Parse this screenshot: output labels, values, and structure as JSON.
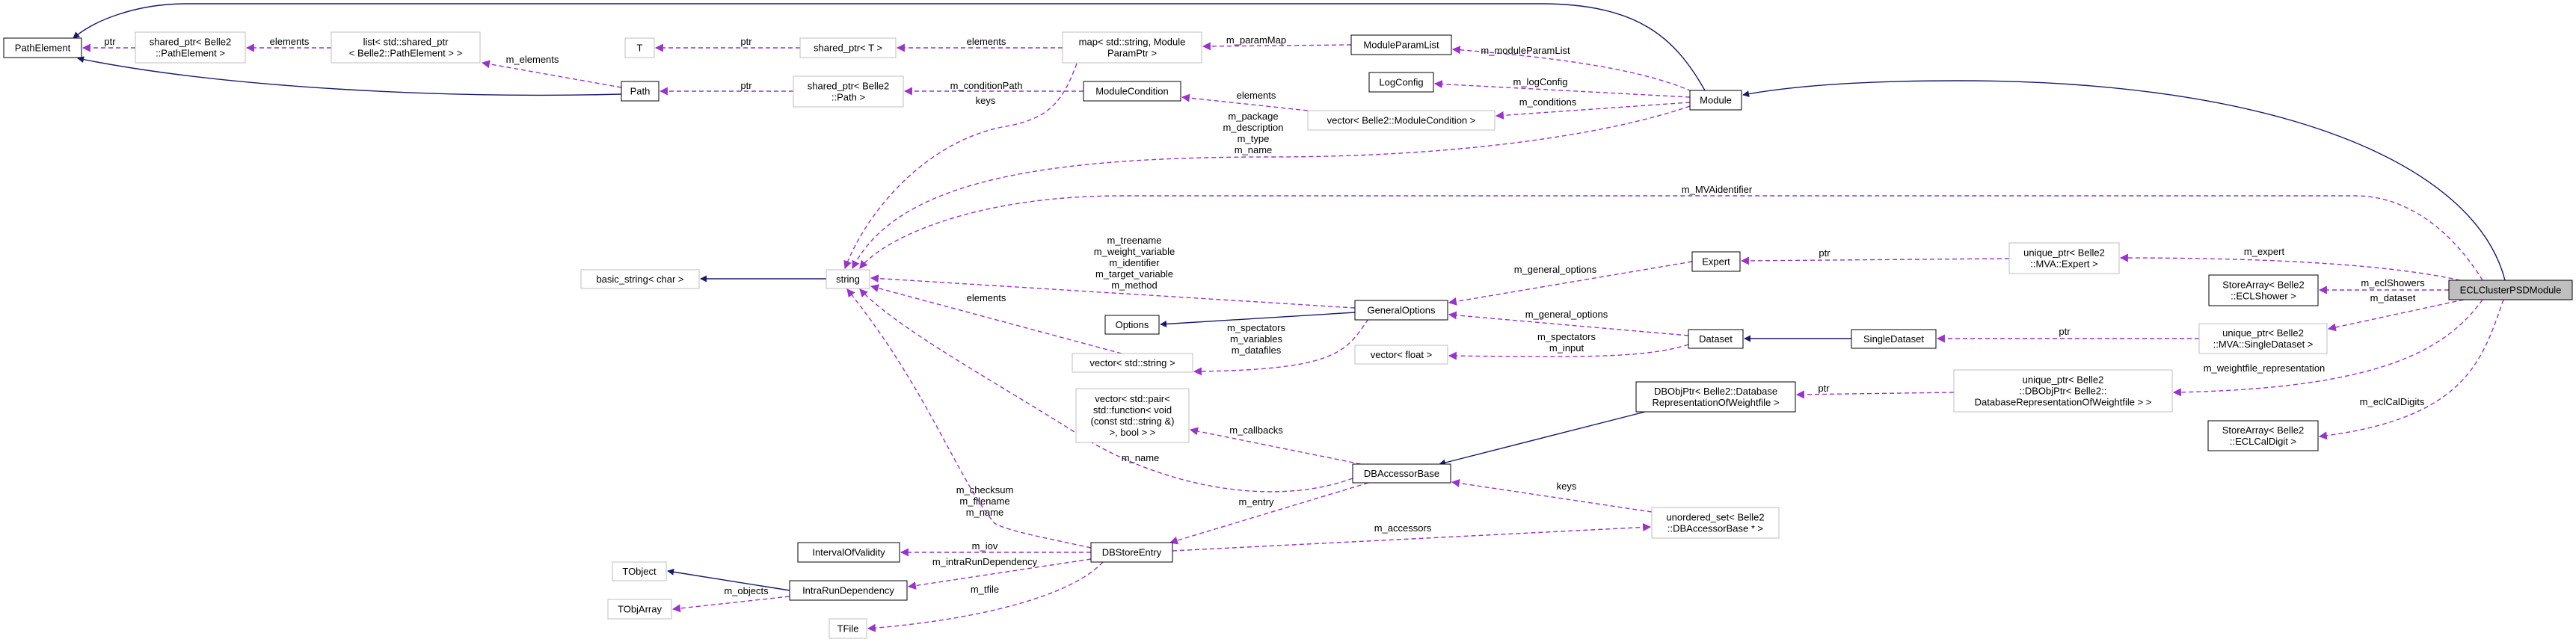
{
  "colors": {
    "inheritance_edge": "#191970",
    "usage_edge": "#9a32cd",
    "highlighted_node_fill": "#bfbfbf",
    "documented_border": "#000000",
    "external_border": "#bfbfbf"
  },
  "nodes": {
    "path_element": [
      "PathElement"
    ],
    "shared_ptr_path_element": [
      "shared_ptr< Belle2",
      "::PathElement >"
    ],
    "list_shared_ptr": [
      "list< std::shared_ptr",
      "< Belle2::PathElement > >"
    ],
    "t": [
      "T"
    ],
    "path": [
      "Path"
    ],
    "shared_ptr_t": [
      "shared_ptr< T >"
    ],
    "map_param": [
      "map< std::string, Module",
      "ParamPtr >"
    ],
    "module_param_list": [
      "ModuleParamList"
    ],
    "shared_ptr_path": [
      "shared_ptr< Belle2",
      "::Path >"
    ],
    "module_condition": [
      "ModuleCondition"
    ],
    "log_config": [
      "LogConfig"
    ],
    "vector_module_condition": [
      "vector< Belle2::ModuleCondition >"
    ],
    "module": [
      "Module"
    ],
    "basic_string": [
      "basic_string< char >"
    ],
    "string": [
      "string"
    ],
    "expert": [
      "Expert"
    ],
    "unique_ptr_expert": [
      "unique_ptr< Belle2",
      "::MVA::Expert >"
    ],
    "ecl_module": [
      "ECLClusterPSDModule"
    ],
    "store_array_shower": [
      "StoreArray< Belle2",
      "::ECLShower >"
    ],
    "options": [
      "Options"
    ],
    "general_options": [
      "GeneralOptions"
    ],
    "vector_string": [
      "vector< std::string >"
    ],
    "vector_float": [
      "vector< float >"
    ],
    "dataset": [
      "Dataset"
    ],
    "single_dataset": [
      "SingleDataset"
    ],
    "unique_ptr_single_dataset": [
      "unique_ptr< Belle2",
      "::MVA::SingleDataset >"
    ],
    "vector_pair": [
      "vector< std::pair<",
      "std::function< void",
      "(const std::string &)",
      ">, bool > >"
    ],
    "dbobjptr": [
      "DBObjPtr< Belle2::Database",
      "RepresentationOfWeightfile >"
    ],
    "unique_ptr_dbobjptr": [
      "unique_ptr< Belle2",
      "::DBObjPtr< Belle2::",
      "DatabaseRepresentationOfWeightfile > >"
    ],
    "store_array_caldigit": [
      "StoreArray< Belle2",
      "::ECLCalDigit >"
    ],
    "db_accessor_base": [
      "DBAccessorBase"
    ],
    "unordered_set": [
      "unordered_set< Belle2",
      "::DBAccessorBase * >"
    ],
    "db_store_entry": [
      "DBStoreEntry"
    ],
    "interval_of_validity": [
      "IntervalOfValidity"
    ],
    "tobject": [
      "TObject"
    ],
    "intra_run_dependency": [
      "IntraRunDependency"
    ],
    "tobjarray": [
      "TObjArray"
    ],
    "tfile": [
      "TFile"
    ]
  },
  "edge_labels": {
    "ptr_path_element": [
      "ptr"
    ],
    "elements_list": [
      "elements"
    ],
    "m_elements": [
      "m_elements"
    ],
    "ptr_t": [
      "ptr"
    ],
    "elements_map": [
      "elements"
    ],
    "m_param_map": [
      "m_paramMap"
    ],
    "m_module_param_list": [
      "m_moduleParamList"
    ],
    "ptr_path": [
      "ptr"
    ],
    "m_condition_path": [
      "m_conditionPath"
    ],
    "keys_map": [
      "keys"
    ],
    "elements_conditions": [
      "elements"
    ],
    "m_log_config": [
      "m_logConfig"
    ],
    "m_conditions": [
      "m_conditions"
    ],
    "module_strings": [
      "m_package",
      "m_description",
      "m_type",
      "m_name"
    ],
    "m_mva_identifier": [
      "m_MVAidentifier"
    ],
    "general_options_strings": [
      "m_treename",
      "m_weight_variable",
      "m_identifier",
      "m_target_variable",
      "m_method"
    ],
    "elements_vector_string": [
      "elements"
    ],
    "m_name_accessor": [
      "m_name"
    ],
    "store_entry_strings": [
      "m_checksum",
      "m_filename",
      "m_name"
    ],
    "m_general_options_expert": [
      "m_general_options"
    ],
    "ptr_expert": [
      "ptr"
    ],
    "m_expert": [
      "m_expert"
    ],
    "m_ecl_showers": [
      "m_eclShowers"
    ],
    "m_dataset": [
      "m_dataset"
    ],
    "m_weightfile_representation": [
      "m_weightfile_representation"
    ],
    "m_ecl_cal_digits": [
      "m_eclCalDigits"
    ],
    "m_general_options_dataset": [
      "m_general_options"
    ],
    "dataset_floats": [
      "m_spectators",
      "m_input"
    ],
    "general_options_vectors": [
      "m_spectators",
      "m_variables",
      "m_datafiles"
    ],
    "ptr_single_dataset": [
      "ptr"
    ],
    "ptr_dbobjptr": [
      "ptr"
    ],
    "m_callbacks": [
      "m_callbacks"
    ],
    "m_entry": [
      "m_entry"
    ],
    "m_accessors": [
      "m_accessors"
    ],
    "keys_unordered": [
      "keys"
    ],
    "m_iov": [
      "m_iov"
    ],
    "m_intra_run_dependency": [
      "m_intraRunDependency"
    ],
    "m_tfile": [
      "m_tfile"
    ],
    "m_objects": [
      "m_objects"
    ]
  }
}
